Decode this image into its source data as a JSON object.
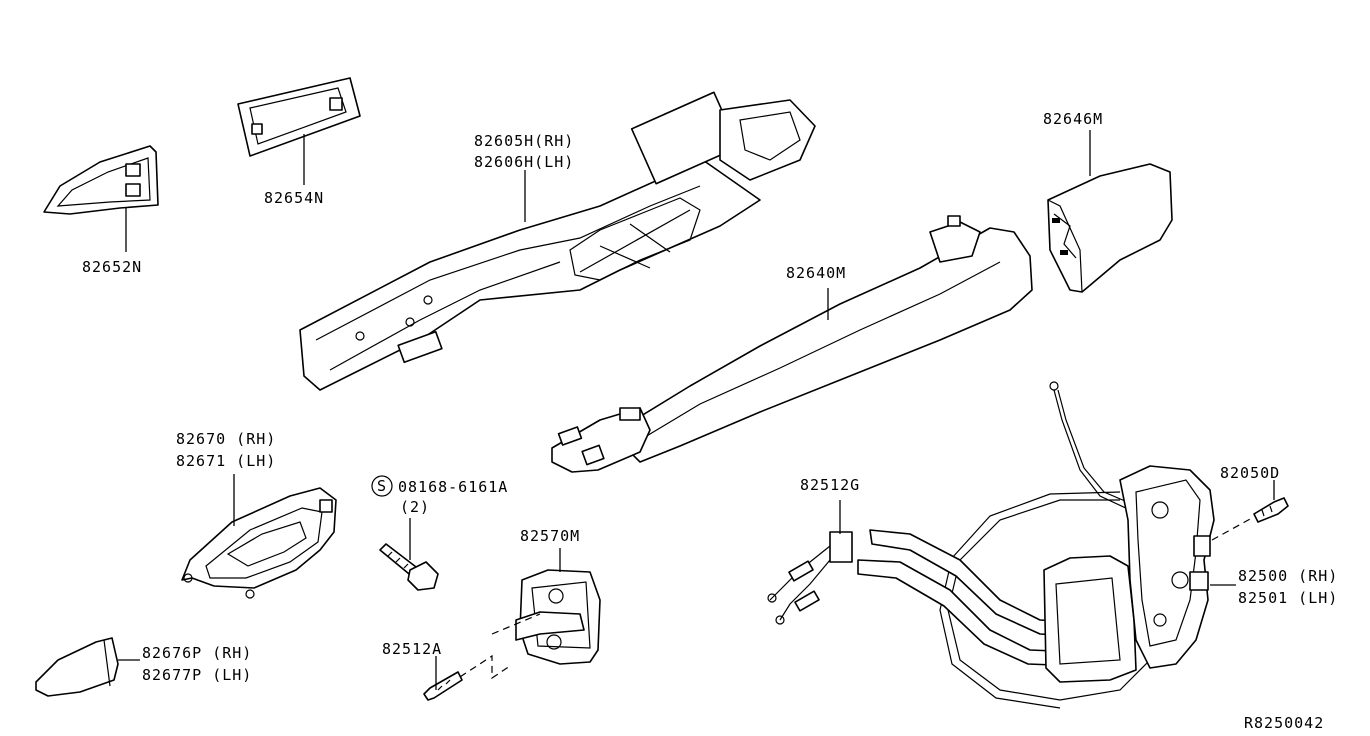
{
  "diagram": {
    "reference_code": "R8250042",
    "labels": {
      "p82652N": "82652N",
      "p82654N": "82654N",
      "p82605H": "82605H(RH)",
      "p82606H": "82606H(LH)",
      "p82646M": "82646M",
      "p82640M": "82640M",
      "p82670": "82670 (RH)",
      "p82671": "82671 (LH)",
      "pS": "S",
      "p08168": "08168-6161A",
      "p08168qty": "(2)",
      "p82570M": "82570M",
      "p82512A": "82512A",
      "p82676P": "82676P (RH)",
      "p82677P": "82677P (LH)",
      "p82512G": "82512G",
      "p82050D": "82050D",
      "p82500": "82500 (RH)",
      "p82501": "82501 (LH)"
    }
  }
}
